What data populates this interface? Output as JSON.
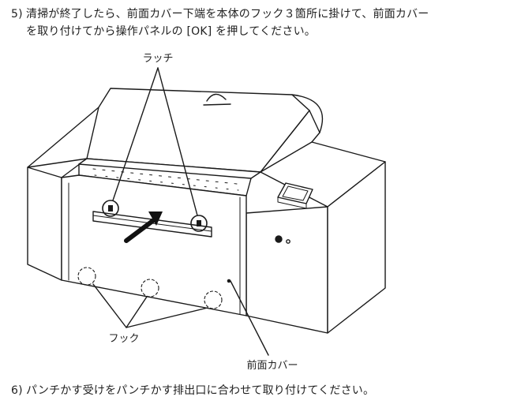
{
  "steps": [
    {
      "number": "5)",
      "line1": "清掃が終了したら、前面カバー下端を本体のフック３箇所に掛けて、前面カバー",
      "line2": "を取り付けてから操作パネルの [OK] を押してください。"
    },
    {
      "number": "6)",
      "line1": "パンチかす受けをパンチかす排出口に合わせて取り付けてください。"
    }
  ],
  "illustration": {
    "callouts": {
      "latch": "ラッチ",
      "hook": "フック",
      "front_cover": "前面カバー"
    }
  }
}
